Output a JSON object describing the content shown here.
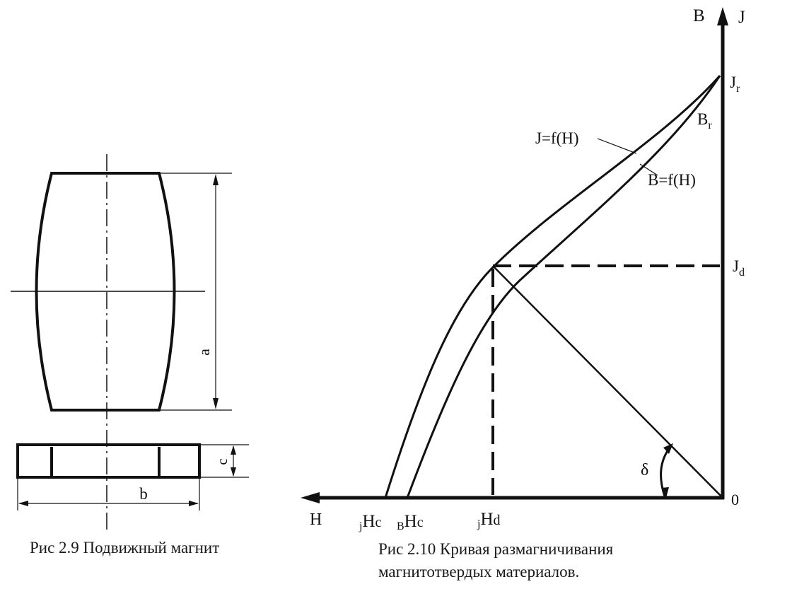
{
  "figure_left": {
    "caption": "Рис 2.9 Подвижный магнит",
    "dim_height": "a",
    "dim_thickness": "c",
    "dim_width": "b"
  },
  "figure_right": {
    "caption_line1": "Рис 2.10 Кривая размагничивания",
    "caption_line2": "магнитотвердых материалов.",
    "axis_h": "H",
    "axis_b": "B",
    "axis_j": "J",
    "origin": "0",
    "jr_main": "J",
    "jr_sub": "r",
    "br_main": "B",
    "br_sub": "r",
    "jd_main": "J",
    "jd_sub": "d",
    "jhc_pre": "j",
    "jhc_main": "H",
    "jhc_sub": "c",
    "bhc_pre": "B",
    "bhc_main": "H",
    "bhc_sub": "c",
    "jhd_pre": "j",
    "jhd_main": "H",
    "jhd_sub": "d",
    "curve_j": "J=f(H)",
    "curve_b": "B=f(H)",
    "angle": "δ"
  }
}
